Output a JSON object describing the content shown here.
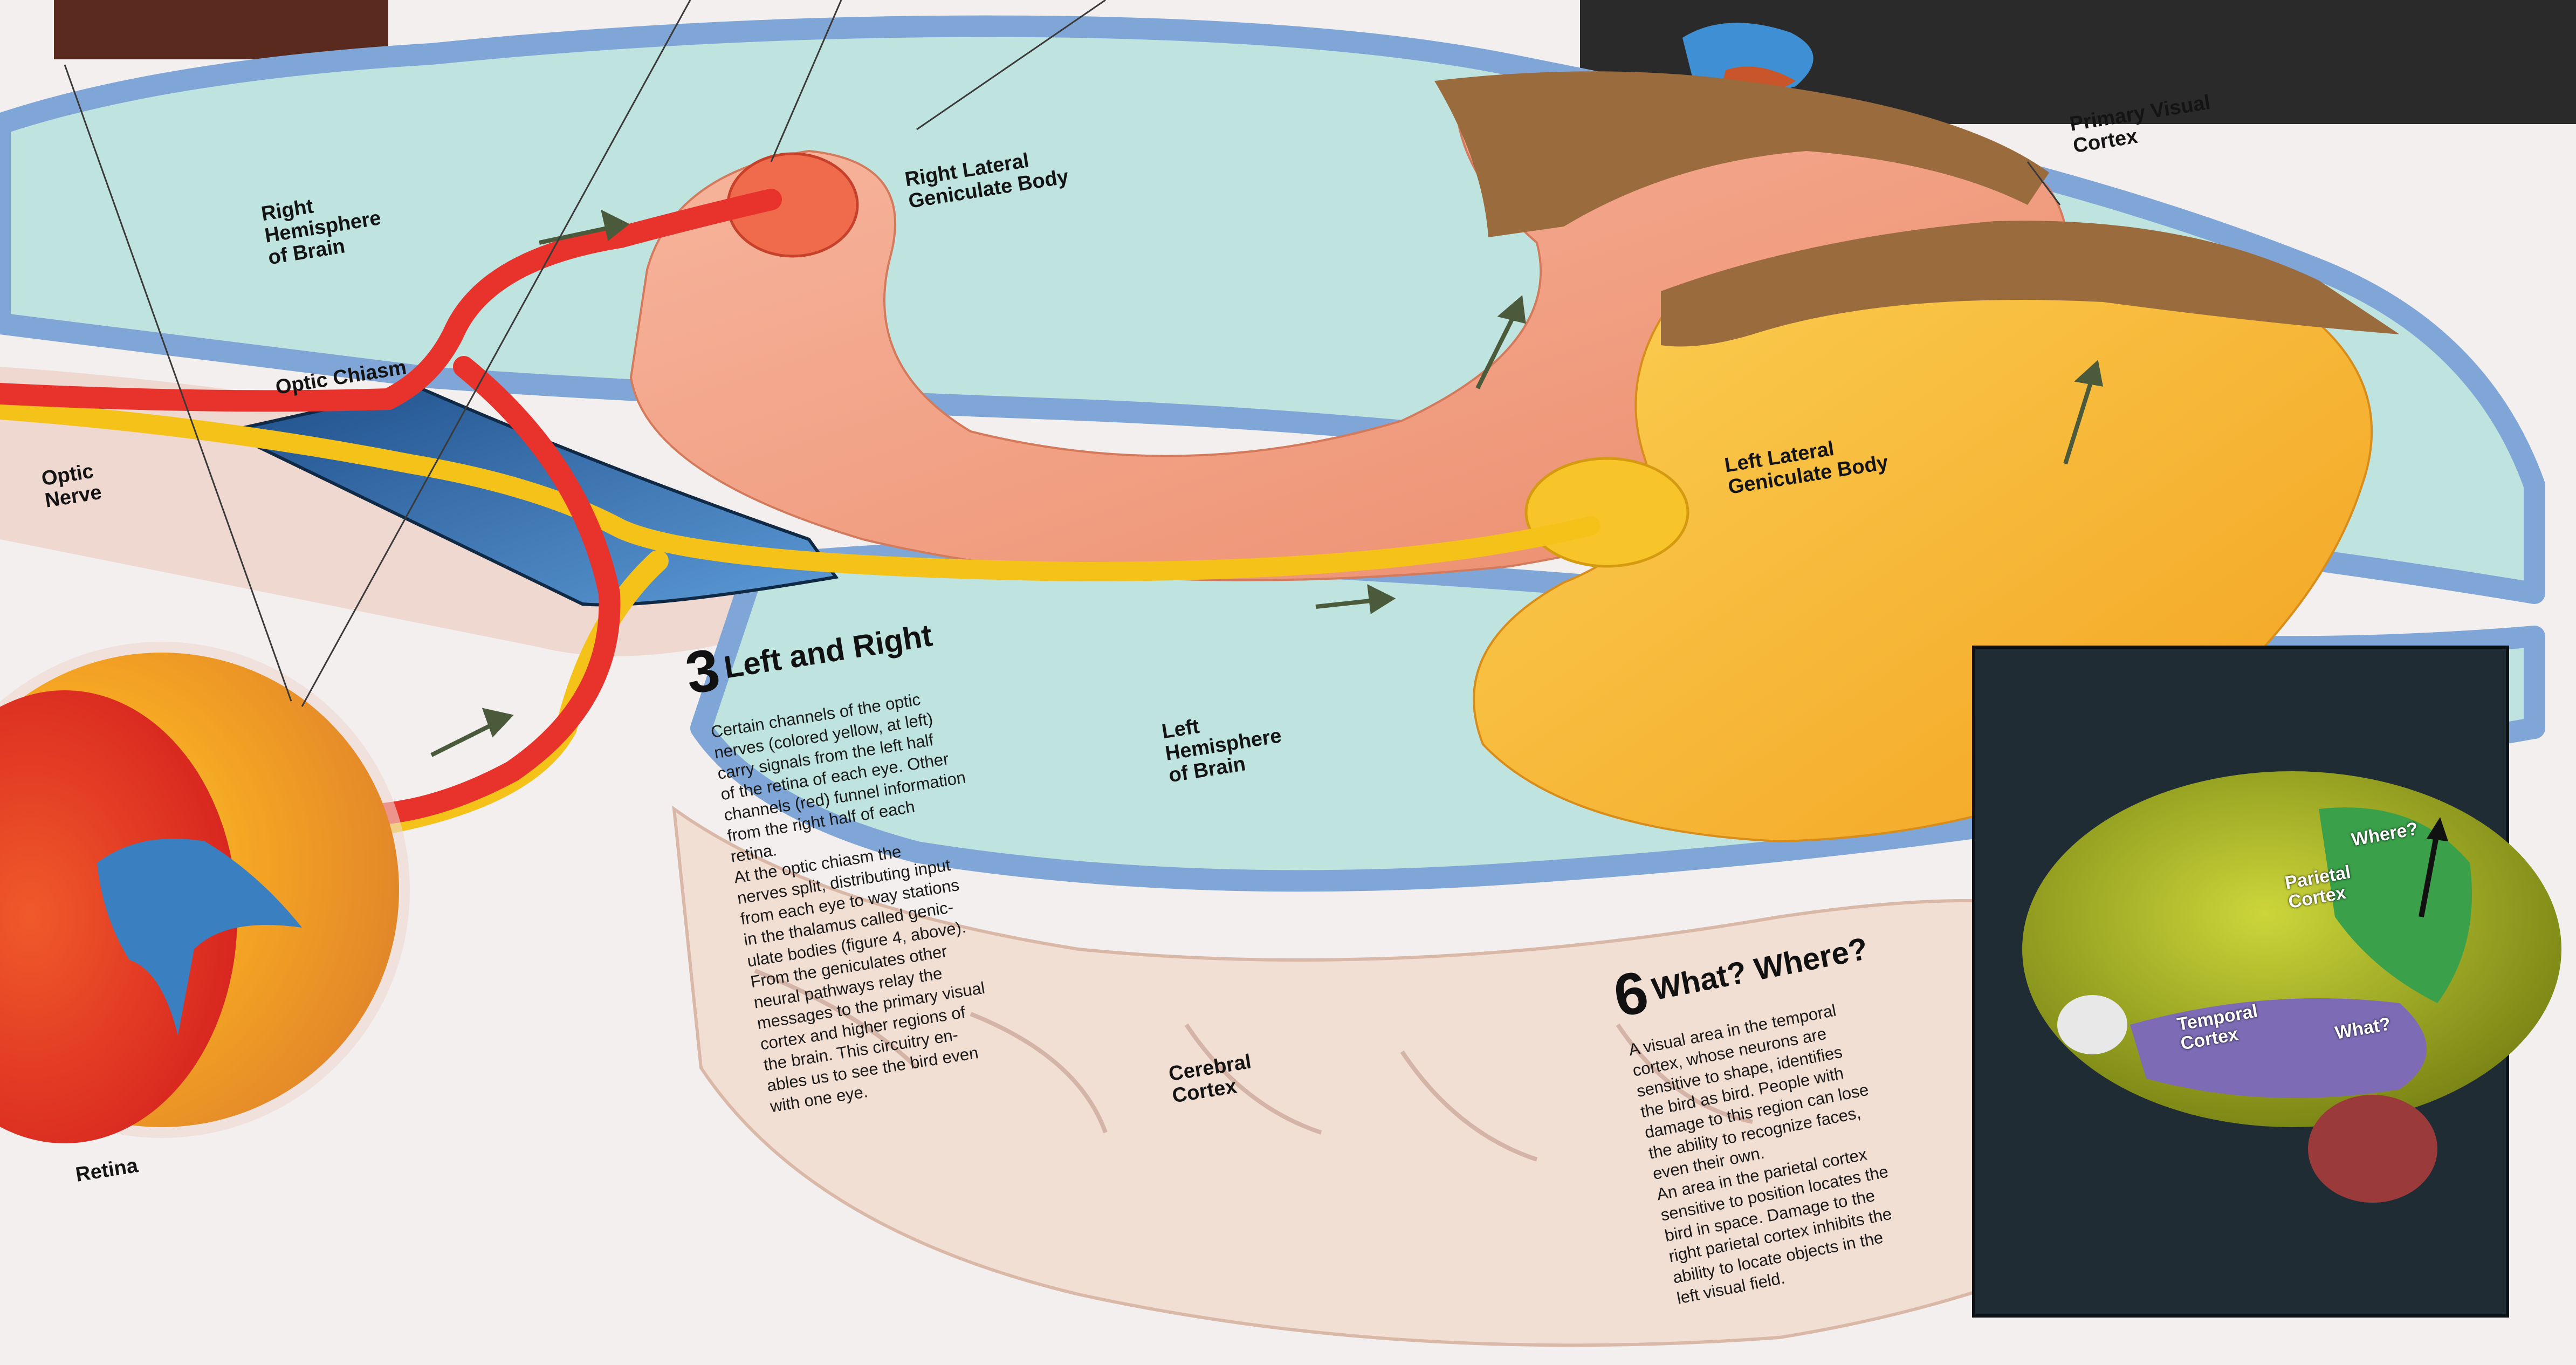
{
  "labels": {
    "right_hemisphere": "Right\nHemisphere\nof Brain",
    "right_lgn": "Right Lateral\nGeniculate Body",
    "primary_visual_cortex": "Primary Visual\nCortex",
    "optic_chiasm": "Optic Chiasm",
    "optic_nerve": "Optic\nNerve",
    "left_lgn": "Left Lateral\nGeniculate Body",
    "left_hemisphere": "Left\nHemisphere\nof Brain",
    "cerebral_cortex": "Cerebral\nCortex",
    "retina": "Retina"
  },
  "section3": {
    "number": "3",
    "title": "Left and Right",
    "text": "Certain channels of the optic\nnerves (colored yellow, at left)\ncarry signals from the left half\nof the retina of each eye. Other\nchannels (red) funnel information\nfrom the right half of each\nretina.\n   At the optic chiasm the\nnerves split, distributing input\nfrom each eye to way stations\nin the thalamus called genic-\nulate bodies (figure 4, above).\nFrom the geniculates other\nneural pathways relay the\nmessages to the primary visual\ncortex and higher regions of\nthe brain. This circuitry en-\nables us to see the bird even\nwith one eye."
  },
  "section6": {
    "number": "6",
    "title": "What? Where?",
    "text": "A visual area in the temporal\ncortex, whose neurons are\nsensitive to shape, identifies\nthe bird as bird. People with\ndamage to this region can lose\nthe ability to recognize faces,\neven their own.\n   An area in the parietal cortex\nsensitive to position locates the\nbird in space. Damage to the\nright parietal cortex inhibits the\nability to locate objects in the\nleft visual field."
  },
  "inset": {
    "where": "Where?",
    "parietal": "Parietal\nCortex",
    "temporal": "Temporal\nCortex",
    "what": "What?"
  },
  "colors": {
    "ventricle_blue": "#bfe3df",
    "brain_outline_blue": "#7fa6d6",
    "red_pathway": "#e8322c",
    "yellow_pathway": "#f5c21a",
    "right_cortex_pink": "#f2a07e",
    "left_cortex_orange": "#f8b630",
    "visual_cortex_brown": "#9a6b3c",
    "inset_background": "#1f2c33"
  }
}
